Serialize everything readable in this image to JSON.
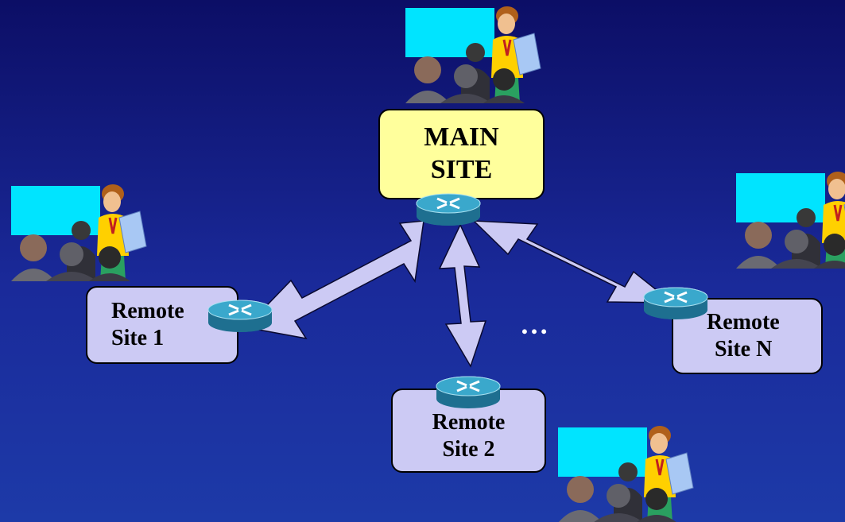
{
  "main_site": {
    "line1": "MAIN",
    "line2": "SITE"
  },
  "remote_site_1": {
    "line1": "Remote",
    "line2": "Site 1"
  },
  "remote_site_2": {
    "line1": "Remote",
    "line2": "Site 2"
  },
  "remote_site_n": {
    "line1": "Remote",
    "line2": "Site N"
  },
  "ellipsis": "…",
  "colors": {
    "background_top": "#0c0e66",
    "background_bottom": "#1d3aa8",
    "main_site_box": "#ffff9c",
    "remote_site_box": "#cccaf4",
    "arrow_fill": "#cccaf4",
    "router": "#2f9fc0",
    "projection_screen": "#00e4ff"
  },
  "icons": [
    "router-icon",
    "presenter-group-icon",
    "bidirectional-arrow-icon"
  ]
}
